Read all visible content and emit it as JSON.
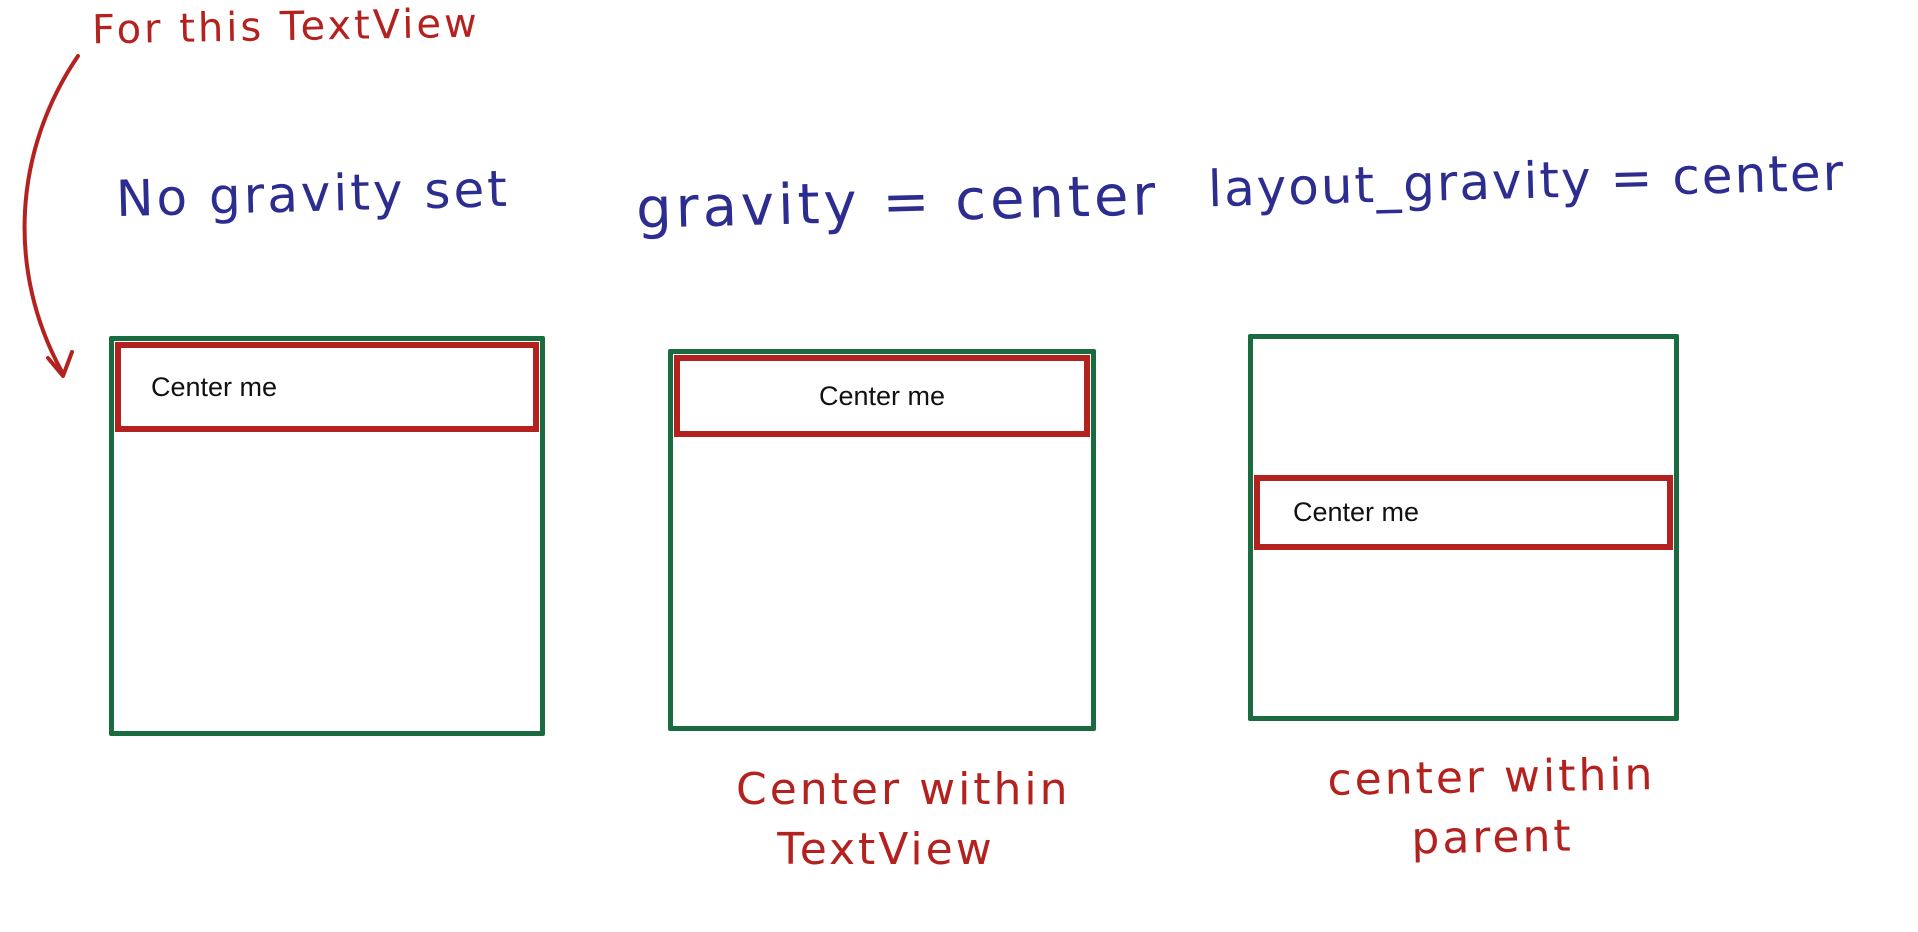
{
  "annotation": "For this TextView",
  "colors": {
    "handwriting_red": "#b3221e",
    "handwriting_blue": "#2d2d8f",
    "parent_border": "#1b6b40",
    "textview_border": "#b3221e"
  },
  "panels": [
    {
      "label": "No gravity set",
      "text": "Center me",
      "caption": ""
    },
    {
      "label": "gravity = center",
      "text": "Center me",
      "caption": [
        "Center within",
        "TextView"
      ]
    },
    {
      "label": "layout_gravity = center",
      "text": "Center me",
      "caption": [
        "center within",
        "parent"
      ]
    }
  ]
}
